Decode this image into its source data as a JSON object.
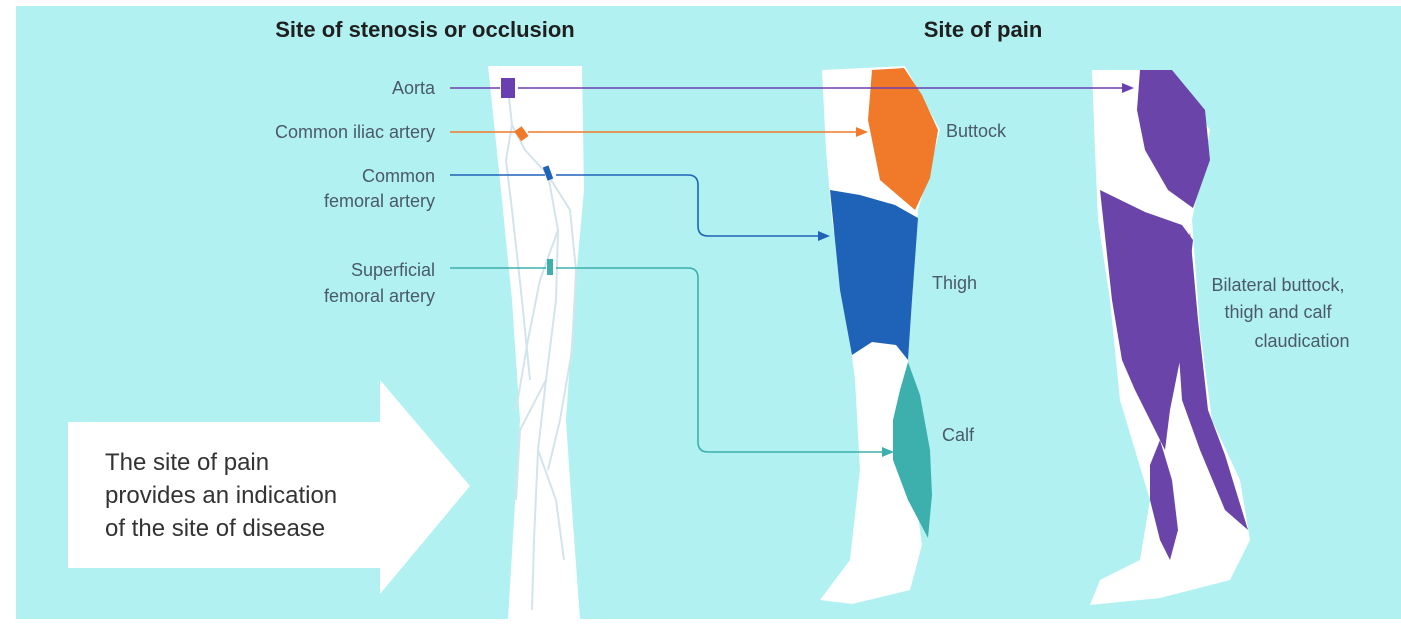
{
  "headings": {
    "stenosis": "Site of stenosis or occlusion",
    "pain": "Site of pain"
  },
  "arteries": {
    "aorta": "Aorta",
    "common_iliac": "Common iliac artery",
    "common_femoral_line1": "Common",
    "common_femoral_line2": "femoral artery",
    "superficial_femoral_line1": "Superficial",
    "superficial_femoral_line2": "femoral artery"
  },
  "pain_sites": {
    "buttock": "Buttock",
    "thigh": "Thigh",
    "calf": "Calf",
    "bilateral_line1": "Bilateral buttock,",
    "bilateral_line2": "thigh and calf",
    "bilateral_line3": "claudication"
  },
  "callout": {
    "line1": "The site of pain",
    "line2": "provides an indication",
    "line3": "of the site of disease"
  },
  "colors": {
    "background": "#b2f1f1",
    "aorta": "#6a3fb0",
    "iliac": "#f07a2a",
    "common_femoral": "#1e63b8",
    "superficial_femoral": "#3db0ae",
    "bilateral": "#6a44a8"
  }
}
